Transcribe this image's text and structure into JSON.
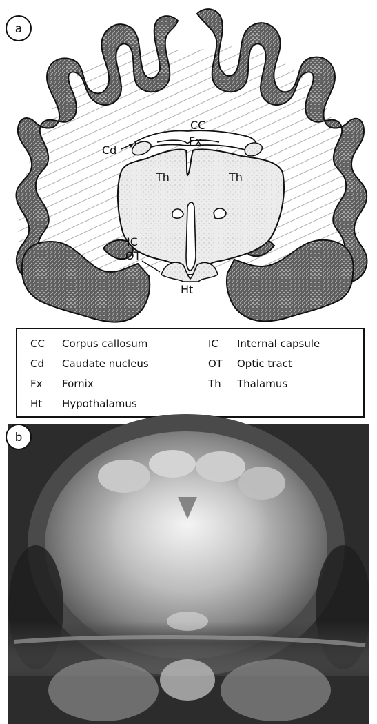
{
  "panel_a": {
    "letter": "a",
    "labels": {
      "cc": "CC",
      "fx": "Fx",
      "cd": "Cd",
      "th_left": "Th",
      "th_right": "Th",
      "ic": "IC",
      "ot": "OT",
      "ht": "Ht"
    }
  },
  "legend": {
    "rows": [
      {
        "abbr": "CC",
        "term": "Corpus callosum"
      },
      {
        "abbr": "Cd",
        "term": "Caudate nucleus"
      },
      {
        "abbr": "Fx",
        "term": "Fornix"
      },
      {
        "abbr": "Ht",
        "term": "Hypothalamus"
      },
      {
        "abbr": "IC",
        "term": "Internal capsule"
      },
      {
        "abbr": "OT",
        "term": "Optic tract"
      },
      {
        "abbr": "Th",
        "term": "Thalamus"
      }
    ]
  },
  "panel_b": {
    "letter": "b"
  },
  "colors": {
    "cortex_fill": "#6a6a6a",
    "thalamus_fill": "#e4e4e4",
    "mri_background": "#2a2a2a"
  }
}
